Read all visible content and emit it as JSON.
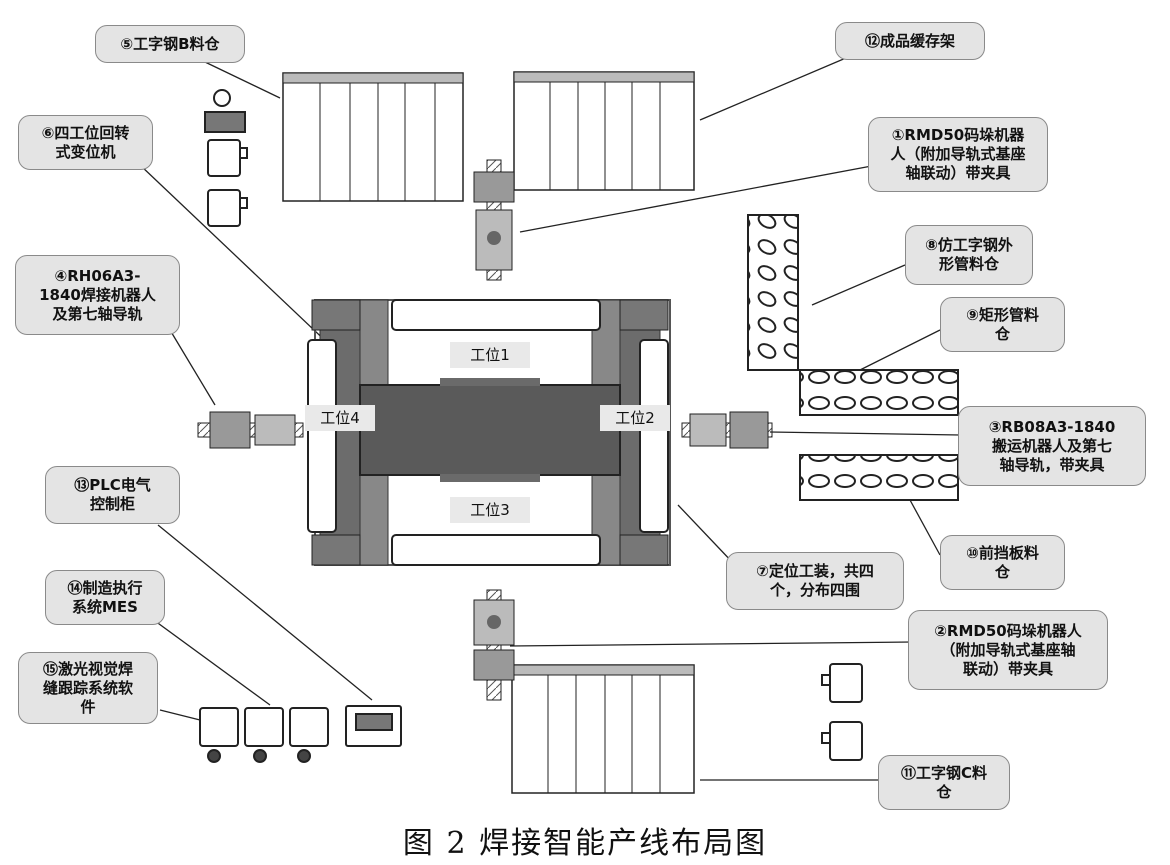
{
  "callouts": {
    "c5": "⑤工字钢B料仓",
    "c12": "⑫成品缓存架",
    "c6": "⑥四工位回转\n式变位机",
    "c1": "①RMD50码垛机器\n人（附加导轨式基座\n轴联动）带夹具",
    "c8": "⑧仿工字钢外\n形管料仓",
    "c4": "④RH06A3-\n1840焊接机器人\n及第七轴导轨",
    "c9": "⑨矩形管料\n仓",
    "c3": "③RB08A3-1840\n搬运机器人及第七\n轴导轨，带夹具",
    "c13": "⑬PLC电气\n控制柜",
    "c10": "⑩前挡板料\n仓",
    "c7": "⑦定位工装，共四\n个，分布四围",
    "c14": "⑭制造执行\n系统MES",
    "c2": "②RMD50码垛机器人\n（附加导轨式基座轴\n联动）带夹具",
    "c15": "⑮激光视觉焊\n缝跟踪系统软\n件",
    "c11": "⑪工字钢C料\n仓"
  },
  "stations": {
    "s1": "工位1",
    "s2": "工位2",
    "s3": "工位3",
    "s4": "工位4"
  },
  "caption": "图 2 焊接智能产线布局图"
}
